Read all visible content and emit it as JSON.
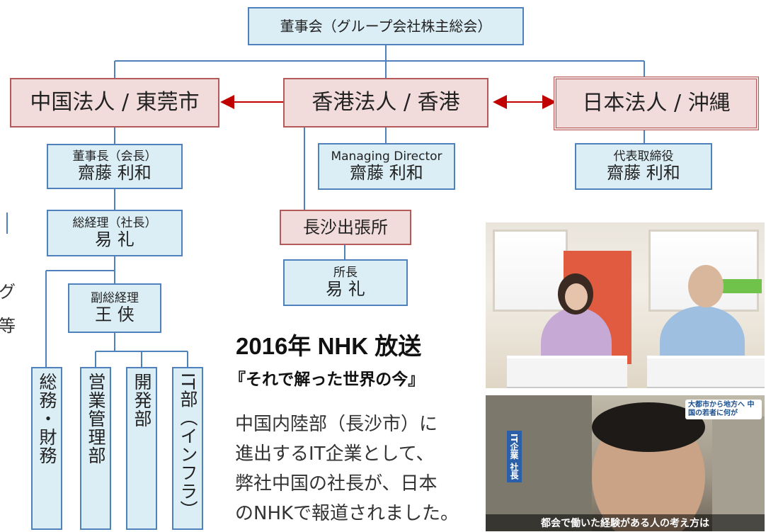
{
  "board": "董事会（グループ会社株主総会）",
  "entities": {
    "china": "中国法人 / 東莞市",
    "hongkong": "香港法人 / 香港",
    "japan": "日本法人 / 沖縄"
  },
  "officers": {
    "china_chair": {
      "role": "董事長（会長）",
      "name": "齋藤 利和"
    },
    "hk_md": {
      "role": "Managing Director",
      "name": "齋藤 利和"
    },
    "jp_rep": {
      "role": "代表取締役",
      "name": "齋藤 利和"
    },
    "china_gm": {
      "role": "総経理（社長）",
      "name": "易 礼"
    },
    "china_dgm": {
      "role": "副総経理",
      "name": "王 侠"
    },
    "changsha_head": {
      "role": "所長",
      "name": "易 礼"
    }
  },
  "changsha_office": "長沙出張所",
  "departments": [
    "総務・財務",
    "営業管理部",
    "開発部",
    "IT部（インフラ）"
  ],
  "edge_text": [
    "グ",
    "等"
  ],
  "headline": "2016年 NHK 放送",
  "subheadline": "『それで解った世界の今』",
  "description": [
    "中国内陸部（長沙市）に",
    "進出するIT企業として、",
    "弊社中国の社長が、日本",
    "のNHKで報道されました。"
  ],
  "photo2": {
    "caption": "都会で働いた経験がある人の考え方は",
    "vertical_caption": "IT企業 社長",
    "badge": "大都市から地方へ 中国の若者に何が"
  },
  "colors": {
    "blue_border": "#4f81bd",
    "blue_fill": "#dbeef6",
    "red_border": "#b55a5a",
    "red_fill": "#f2dcdb",
    "arrow": "#c00000"
  }
}
